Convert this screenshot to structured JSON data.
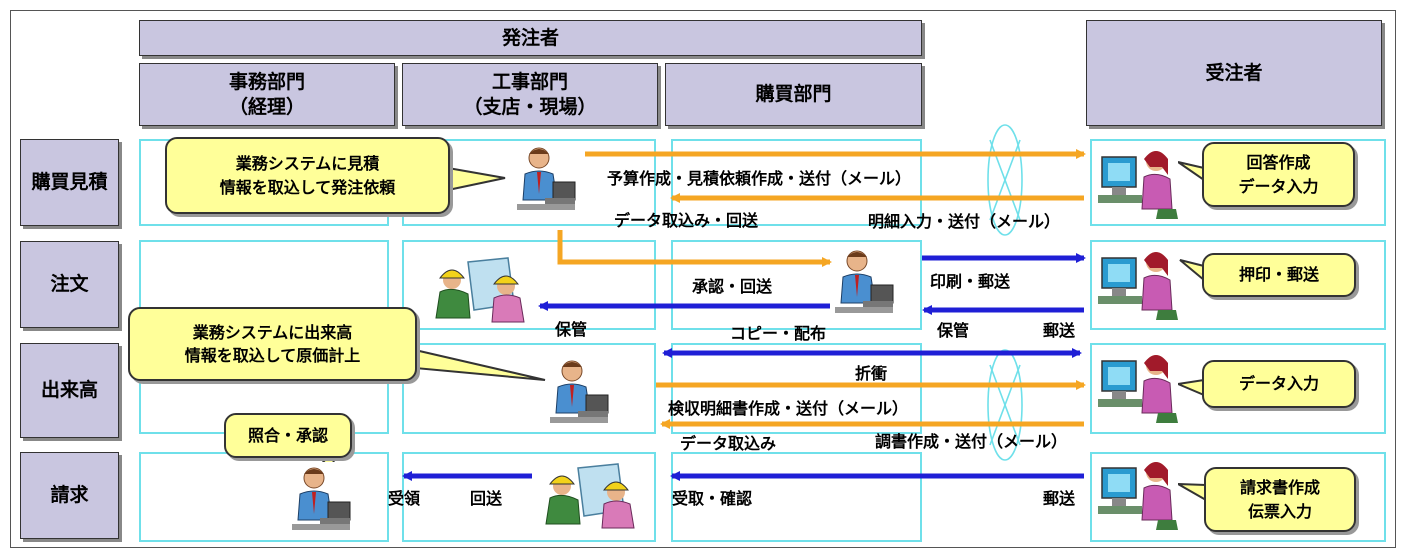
{
  "header": {
    "orderer": "発注者",
    "contractor": "受注者",
    "dept_admin": "事務部門\n（経理）",
    "dept_construction": "工事部門\n（支店・現場）",
    "dept_purchasing": "購買部門"
  },
  "rows": {
    "estimate": "購買見積",
    "order": "注文",
    "progress": "出来高",
    "invoice": "請求"
  },
  "callouts": {
    "estimate_import": "業務システムに見積\n情報を取込して発注依頼",
    "progress_import": "業務システムに出来高\n情報を取込して原価計上",
    "check_approve": "照合・承認",
    "answer_create": "回答作成\nデータ入力",
    "stamp_mail": "押印・郵送",
    "data_entry": "データ入力",
    "invoice_create": "請求書作成\n伝票入力"
  },
  "labels": {
    "budget_request": "予算作成・見積依頼作成・送付（メール）",
    "detail_input": "明細入力・送付（メール）",
    "data_import_return": "データ取込み・回送",
    "approve_return": "承認・回送",
    "print_mail": "印刷・郵送",
    "keep_1": "保管",
    "copy_distribute": "コピー・配布",
    "keep_2": "保管",
    "mail_1": "郵送",
    "negotiate": "折衝",
    "inspection_create": "検収明細書作成・送付（メール）",
    "data_import": "データ取込み",
    "statement_create": "調書作成・送付（メール）",
    "receive": "受領",
    "return": "回送",
    "receive_confirm": "受取・確認",
    "mail_2": "郵送"
  },
  "colors": {
    "header_fill": "#c9c6e0",
    "cell_border": "#6fe0ea",
    "orange_arrow": "#f5a623",
    "blue_arrow": "#1f1fd6",
    "callout_fill": "#ffff99"
  }
}
